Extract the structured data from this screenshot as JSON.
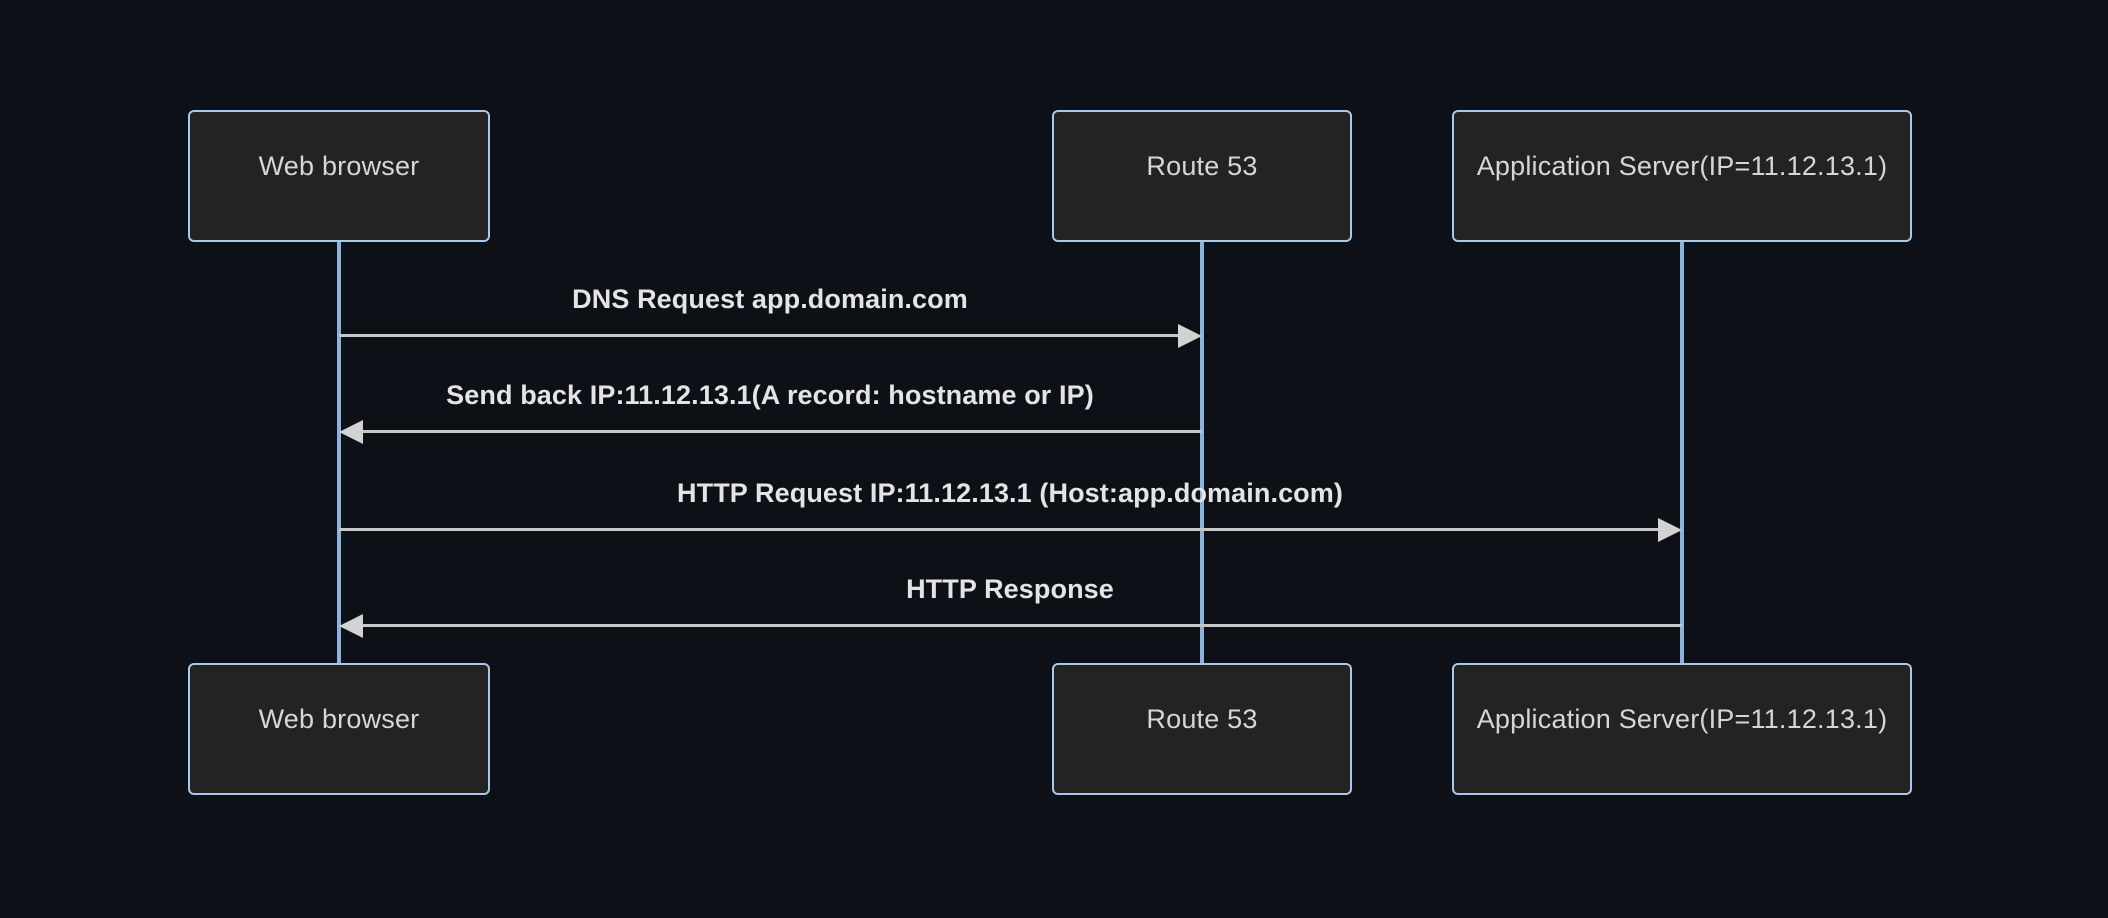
{
  "diagram": {
    "type": "sequence-diagram",
    "background_color": "#0d1117",
    "box_fill_color": "#232323",
    "box_border_color": "#a9c9eb",
    "lifeline_color": "#8cb3dd",
    "arrow_color": "#c7c7c7",
    "text_color": "#d6d6d6",
    "participants": [
      {
        "id": "web-browser",
        "label": "Web browser"
      },
      {
        "id": "route-53",
        "label": "Route 53"
      },
      {
        "id": "application-server",
        "label": "Application Server(IP=11.12.13.1)"
      }
    ],
    "messages": [
      {
        "id": "dns-request",
        "label": "DNS Request app.domain.com",
        "from": "web-browser",
        "to": "route-53",
        "direction": "right"
      },
      {
        "id": "dns-response",
        "label": "Send back IP:11.12.13.1(A record: hostname or IP)",
        "from": "route-53",
        "to": "web-browser",
        "direction": "left"
      },
      {
        "id": "http-request",
        "label": "HTTP Request IP:11.12.13.1 (Host:app.domain.com)",
        "from": "web-browser",
        "to": "application-server",
        "direction": "right"
      },
      {
        "id": "http-response",
        "label": "HTTP Response",
        "from": "application-server",
        "to": "web-browser",
        "direction": "left"
      }
    ]
  }
}
